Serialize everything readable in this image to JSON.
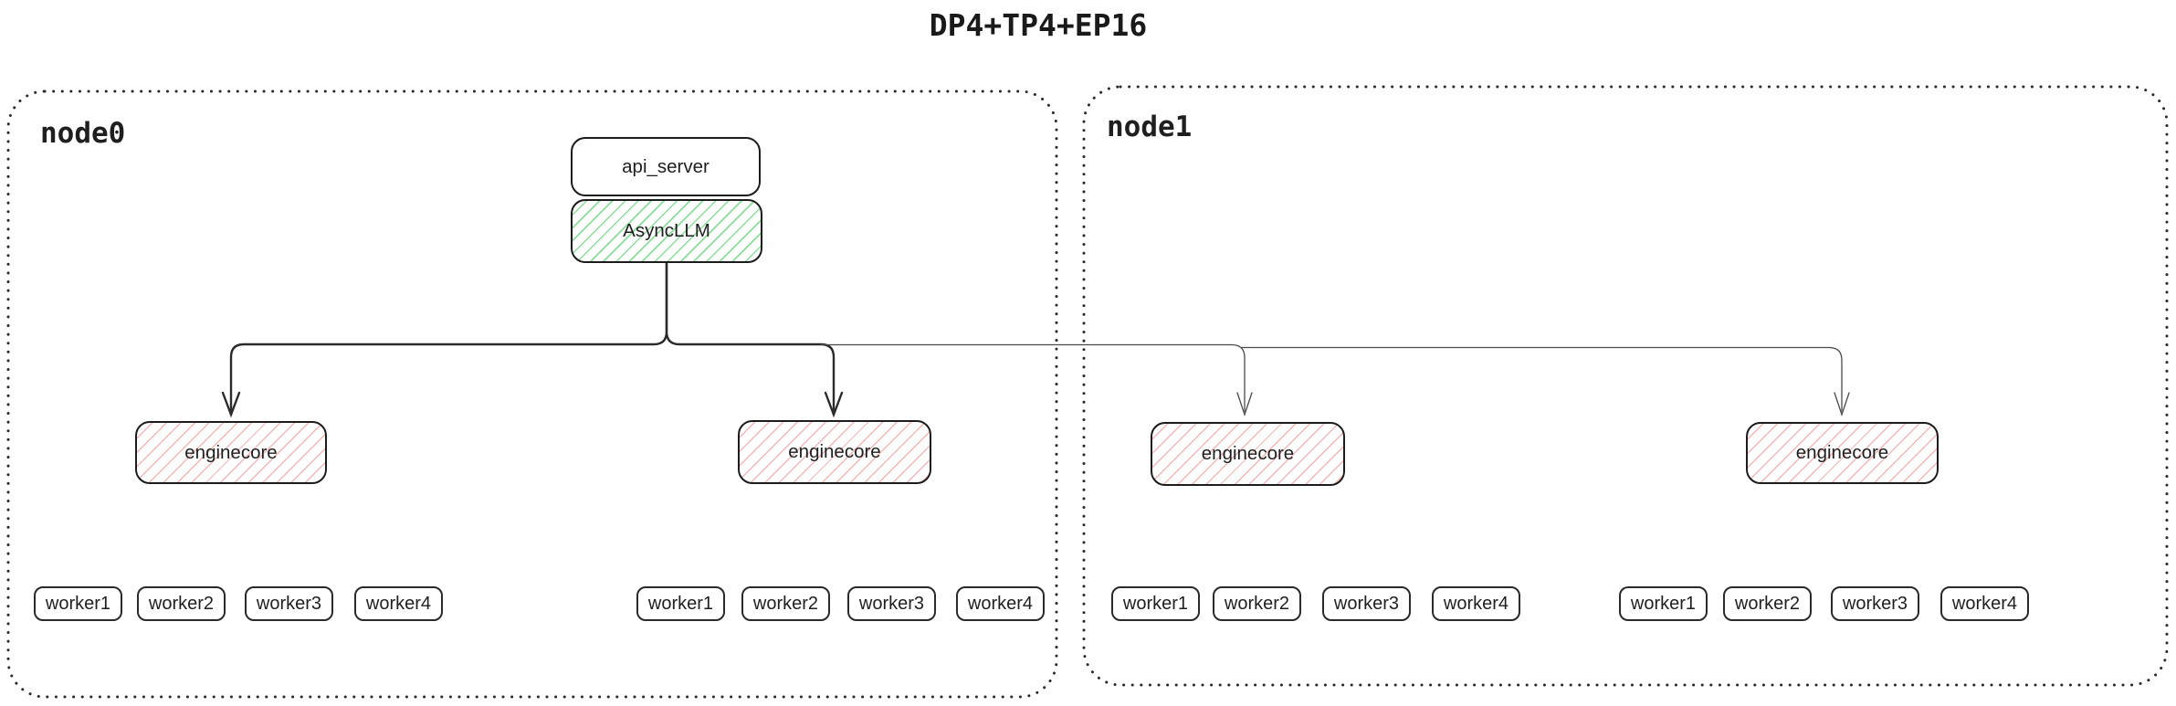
{
  "title": "DP4+TP4+EP16",
  "colors": {
    "background": "#ffffff",
    "box_border": "#1c1c1c",
    "node_border": "#2b2b2b",
    "green_hatch": "#78d88c",
    "red_hatch": "#f0a0a0",
    "connector_dark": "#2b2b2b",
    "connector_light": "#4a4a4a",
    "text": "#1f1f1f"
  },
  "nodes": [
    {
      "label": "node0",
      "api_server_label": "api_server",
      "asyncllm_label": "AsyncLLM",
      "engines": [
        {
          "label": "enginecore",
          "workers": [
            "worker1",
            "worker2",
            "worker3",
            "worker4"
          ]
        },
        {
          "label": "enginecore",
          "workers": [
            "worker1",
            "worker2",
            "worker3",
            "worker4"
          ]
        }
      ]
    },
    {
      "label": "node1",
      "engines": [
        {
          "label": "enginecore",
          "workers": [
            "worker1",
            "worker2",
            "worker3",
            "worker4"
          ]
        },
        {
          "label": "enginecore",
          "workers": [
            "worker1",
            "worker2",
            "worker3",
            "worker4"
          ]
        }
      ]
    }
  ]
}
